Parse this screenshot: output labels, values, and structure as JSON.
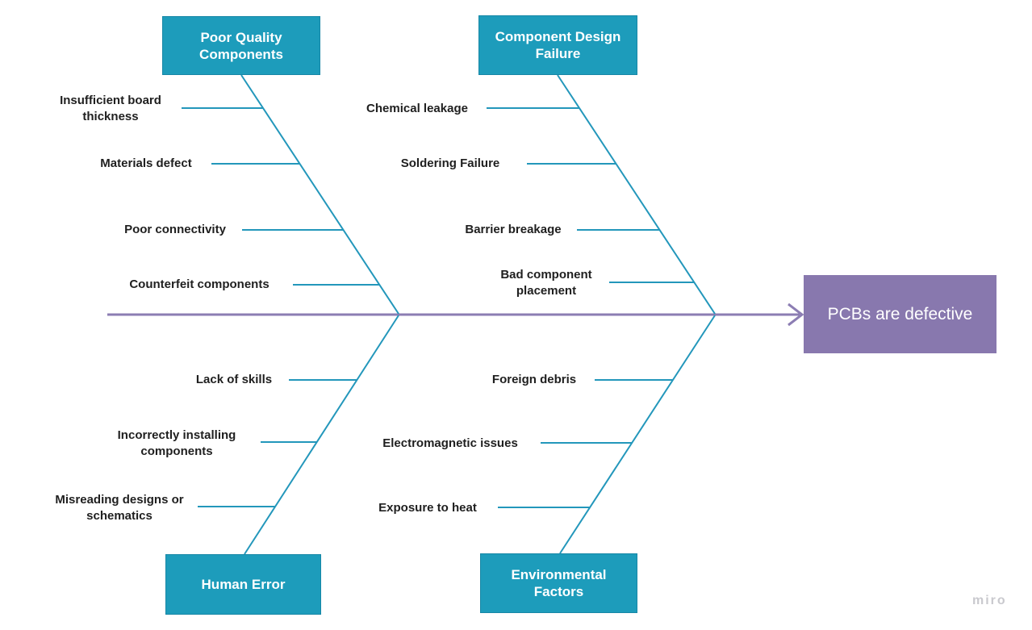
{
  "diagram": {
    "type": "fishbone-ishikawa",
    "effect": {
      "label": "PCBs are defective"
    },
    "watermark": "miro",
    "colors": {
      "category_fill": "#1D9CBB",
      "category_border": "#1787A6",
      "branch_line": "#2397BB",
      "spine_line": "#8C7DB3",
      "effect_fill": "#8878AE",
      "label_text": "#1f1f1f",
      "box_text": "#ffffff",
      "watermark_text": "#c9c9ce"
    },
    "categories": [
      {
        "label": "Poor Quality Components",
        "position": "top-left",
        "causes": [
          "Insufficient board thickness",
          "Materials defect",
          "Poor connectivity",
          "Counterfeit components"
        ]
      },
      {
        "label": "Component Design Failure",
        "position": "top-right",
        "causes": [
          "Chemical leakage",
          "Soldering Failure",
          "Barrier breakage",
          "Bad component placement"
        ]
      },
      {
        "label": "Human Error",
        "position": "bottom-left",
        "causes": [
          "Lack of skills",
          "Incorrectly installing components",
          "Misreading designs or schematics"
        ]
      },
      {
        "label": "Environmental Factors",
        "position": "bottom-right",
        "causes": [
          "Foreign debris",
          "Electromagnetic issues",
          "Exposure to heat"
        ]
      }
    ]
  }
}
